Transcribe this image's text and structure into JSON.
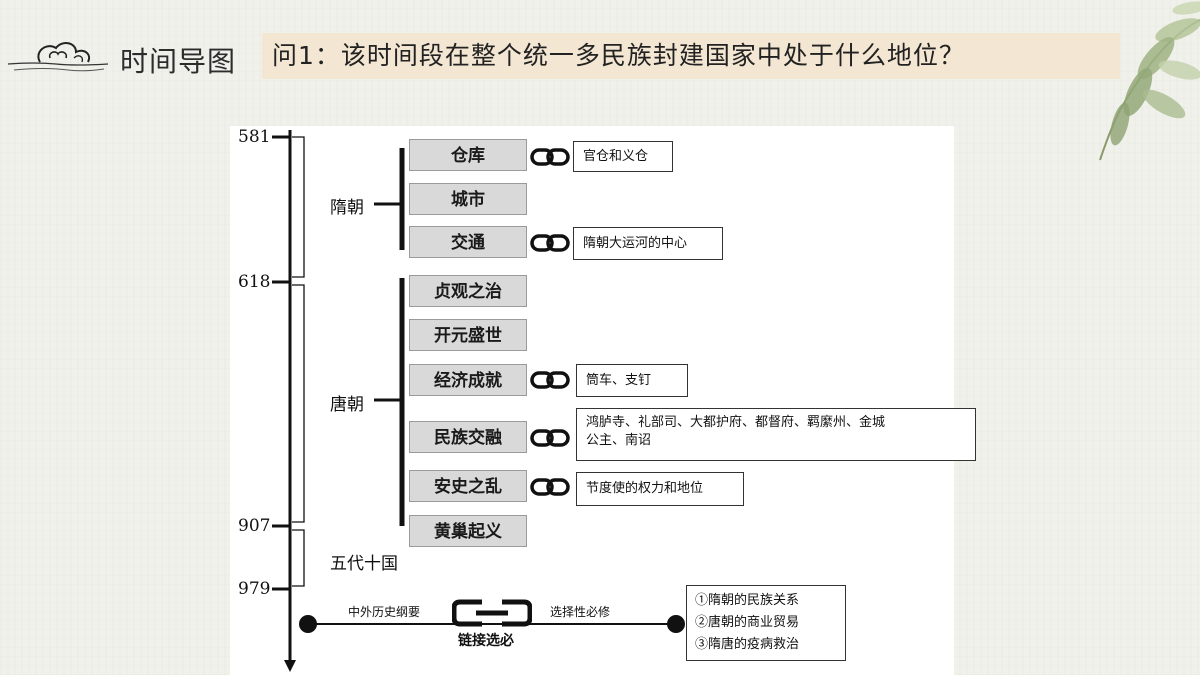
{
  "header": {
    "title": "时间导图",
    "question": "问1：该时间段在整个统一多民族封建国家中处于什么地位？"
  },
  "timeline": {
    "years": [
      "581",
      "618",
      "907",
      "979"
    ],
    "eras": [
      "隋朝",
      "唐朝",
      "五代十国"
    ]
  },
  "sui": {
    "topics": [
      "仓库",
      "城市",
      "交通"
    ],
    "notes": [
      "官仓和义仓",
      "隋朝大运河的中心"
    ]
  },
  "tang": {
    "topics": [
      "贞观之治",
      "开元盛世",
      "经济成就",
      "民族交融",
      "安史之乱",
      "黄巢起义"
    ],
    "notes": [
      "筒车、支钉",
      "鸿胪寺、礼部司、大都护府、都督府、羁縻州、金城",
      "公主、南诏",
      "节度使的权力和地位"
    ]
  },
  "link": {
    "left_label": "中外历史纲要",
    "right_label": "选择性必修",
    "chain_label": "链接选必",
    "items": [
      "①隋朝的民族关系",
      "②唐朝的商业贸易",
      "③隋唐的疫病救治"
    ]
  }
}
